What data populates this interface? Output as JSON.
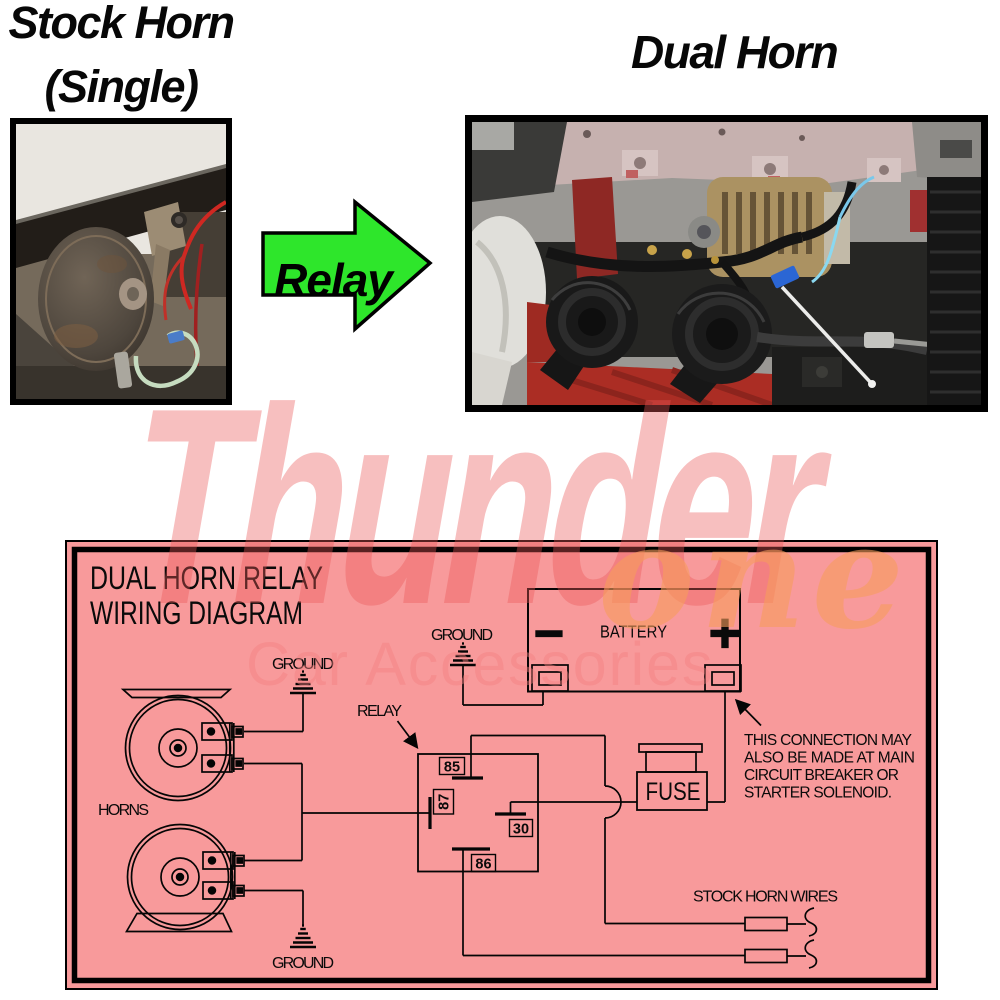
{
  "header": {
    "left_title_line1": "Stock Horn",
    "left_title_line2": "(Single)",
    "right_title": "Dual Horn",
    "arrow_label": "Relay",
    "arrow_color": "#2ee62b"
  },
  "watermark": {
    "word1": "Thunder",
    "word2": "one",
    "word3": "Car Accessories",
    "color_main": "#ea5656",
    "color_script": "#f69c5c"
  },
  "diagram": {
    "panel_color": "#f89a9b",
    "line_color": "#050505",
    "title_line1": "DUAL HORN RELAY",
    "title_line2": "WIRING DIAGRAM",
    "horns_label": "HORNS",
    "relay_label": "RELAY",
    "battery_label": "BATTERY",
    "battery_minus": "−",
    "battery_plus": "+",
    "fuse_label": "FUSE",
    "ground_label": "GROUND",
    "stock_horn_wires_label": "STOCK HORN WIRES",
    "relay_pins": {
      "p85": "85",
      "p87": "87",
      "p30": "30",
      "p86": "86"
    },
    "note_lines": [
      "THIS CONNECTION MAY",
      "ALSO BE MADE AT MAIN",
      "CIRCUIT BREAKER OR",
      "STARTER SOLENOID."
    ]
  }
}
